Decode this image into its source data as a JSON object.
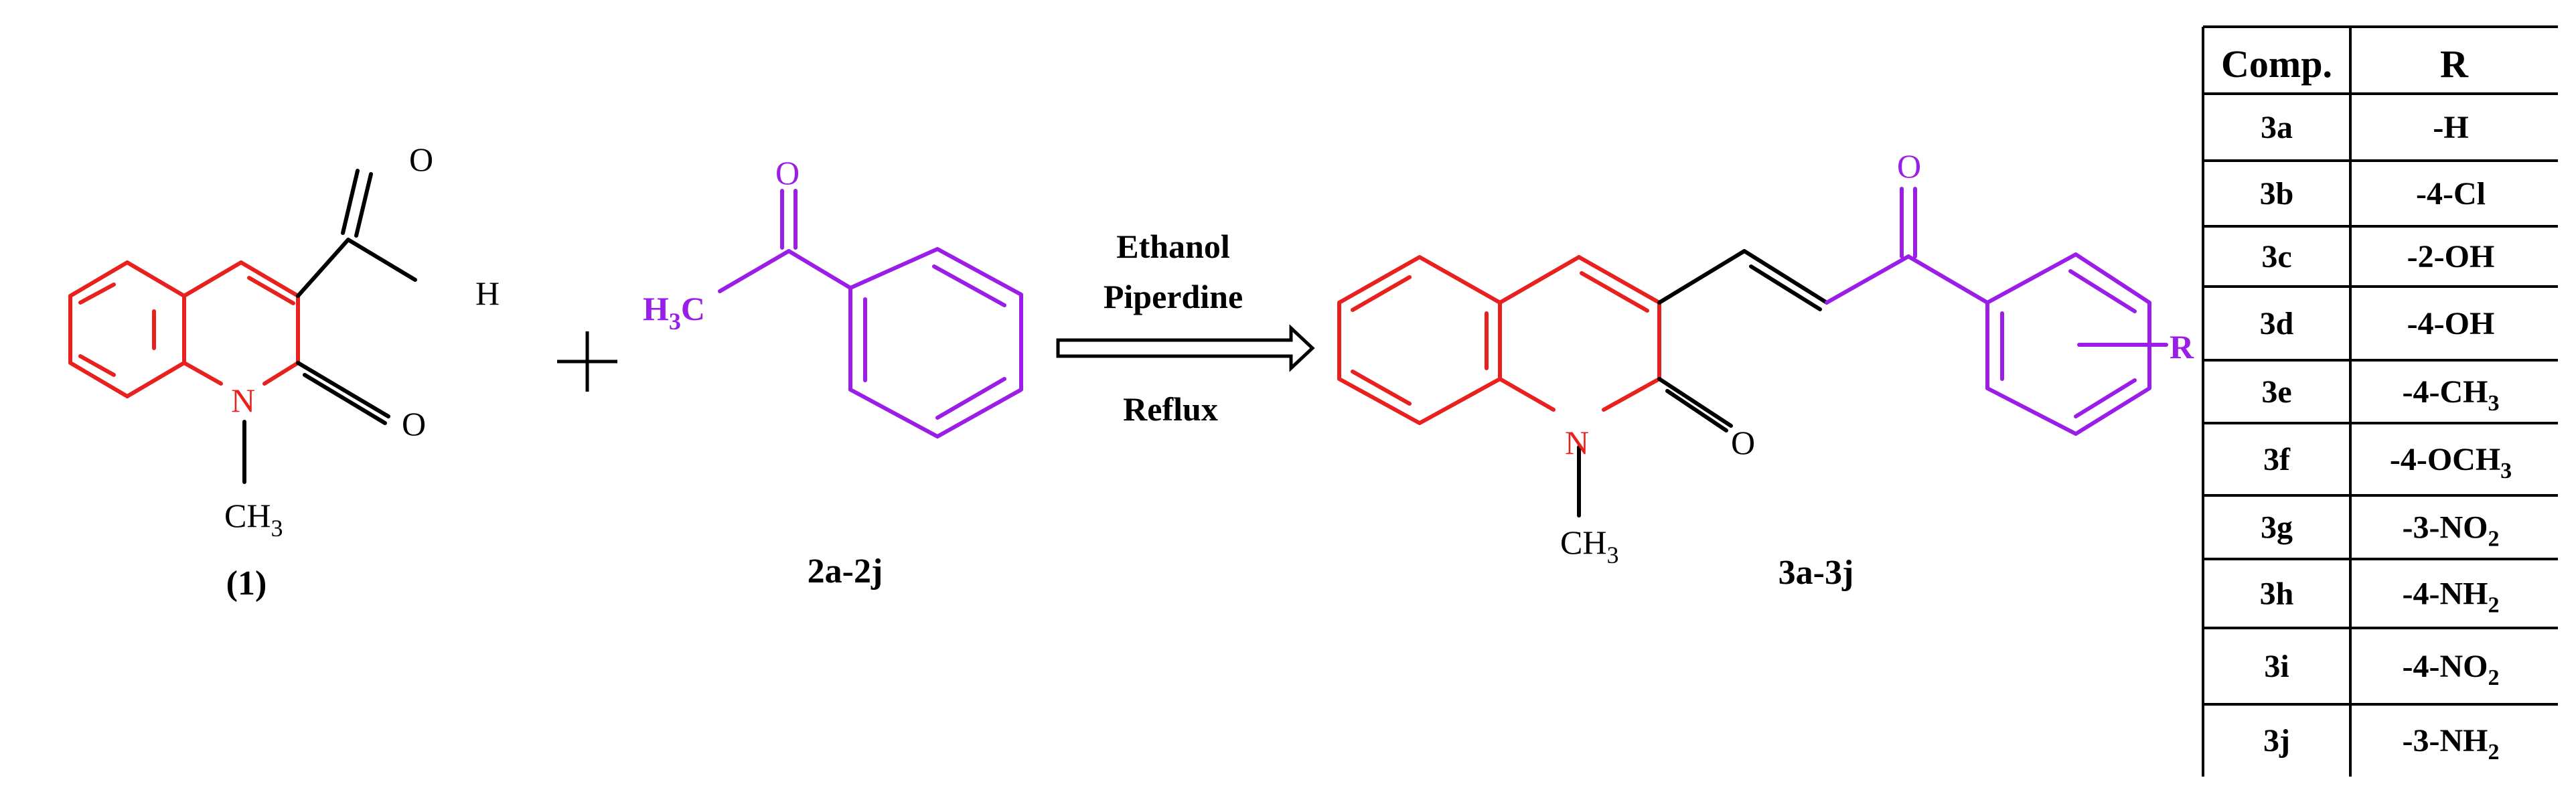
{
  "colors": {
    "core": "#e8201e",
    "ketone": "#9a1ee8",
    "black": "#000000"
  },
  "reactant1": {
    "label": "(1)",
    "atoms": {
      "aldehyde_O": "O",
      "aldehyde_H": "H",
      "ring_N": "N",
      "lactam_O": "O",
      "methyl_C": "CH",
      "methyl_sub": "3"
    }
  },
  "plus": "+",
  "reactant2": {
    "label": "2a-2j",
    "atoms": {
      "ketone_O": "O",
      "methyl_H": "H",
      "methyl_sub": "3",
      "methyl_C": "C"
    }
  },
  "conditions": {
    "solvent": "Ethanol",
    "base": "Piperdine",
    "heat": "Reflux"
  },
  "product": {
    "label": "3a-3j",
    "atoms": {
      "ketone_O": "O",
      "ring_N": "N",
      "lactam_O": "O",
      "methyl_C": "CH",
      "methyl_sub": "3",
      "substituent": "R"
    }
  },
  "table": {
    "headers": [
      "Comp.",
      "R"
    ],
    "rows": [
      {
        "comp": "3a",
        "r_main": "-H",
        "r_sub": "",
        "r_tail": ""
      },
      {
        "comp": "3b",
        "r_main": "-4-Cl",
        "r_sub": "",
        "r_tail": ""
      },
      {
        "comp": "3c",
        "r_main": "-2-OH",
        "r_sub": "",
        "r_tail": ""
      },
      {
        "comp": "3d",
        "r_main": "-4-OH",
        "r_sub": "",
        "r_tail": ""
      },
      {
        "comp": "3e",
        "r_main": "-4-CH",
        "r_sub": "3",
        "r_tail": ""
      },
      {
        "comp": "3f",
        "r_main": "-4-OCH",
        "r_sub": "3",
        "r_tail": ""
      },
      {
        "comp": "3g",
        "r_main": "-3-NO",
        "r_sub": "2",
        "r_tail": ""
      },
      {
        "comp": "3h",
        "r_main": "-4-NH",
        "r_sub": "2",
        "r_tail": ""
      },
      {
        "comp": "3i",
        "r_main": "-4-NO",
        "r_sub": "2",
        "r_tail": ""
      },
      {
        "comp": "3j",
        "r_main": "-3-NH",
        "r_sub": "2",
        "r_tail": ""
      }
    ]
  }
}
